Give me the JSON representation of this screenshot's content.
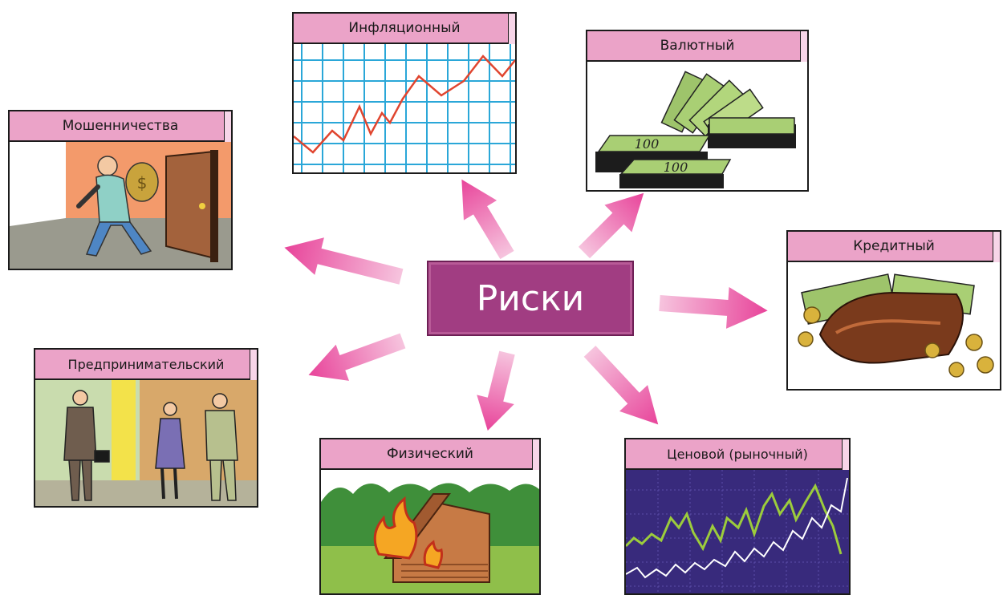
{
  "center": {
    "label": "Риски"
  },
  "risks": {
    "inflation": "Инфляционный",
    "currency": "Валютный",
    "fraud": "Мошенничества",
    "credit": "Кредитный",
    "entrepreneurial": "Предпринимательский",
    "physical": "Физический",
    "price": "Ценовой (рыночный)"
  },
  "banknote_value": "100",
  "colors": {
    "center": "#a13d82",
    "arrow": "#e8449a",
    "header": "#eba3c8"
  }
}
